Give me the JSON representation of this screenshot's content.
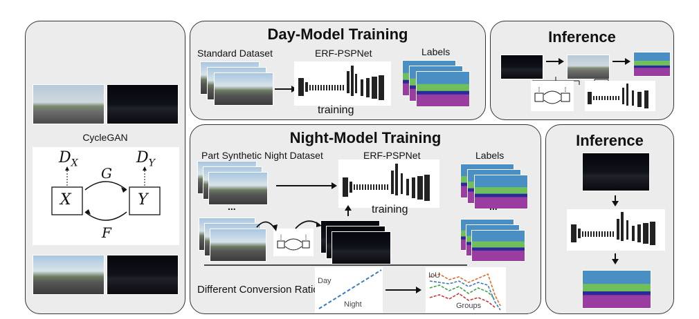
{
  "left_panel": {
    "cyclegan_label": "CycleGAN",
    "dx": "D",
    "dx_sub": "X",
    "dy": "D",
    "dy_sub": "Y",
    "g": "G",
    "f": "F",
    "x": "X",
    "y": "Y"
  },
  "day_model": {
    "title": "Day-Model Training",
    "dataset_label": "Standard Dataset",
    "net_label": "ERF-PSPNet",
    "labels_label": "Labels",
    "training_label": "training"
  },
  "inference_top": {
    "title": "Inference"
  },
  "night_model": {
    "title": "Night-Model Training",
    "dataset_label": "Part Synthetic Night Dataset",
    "net_label": "ERF-PSPNet",
    "labels_label": "Labels",
    "training_label": "training",
    "ellipsis_left": "...",
    "ellipsis_right": "...",
    "ratio_label": "Different Conversion Ratio",
    "chart1": {
      "ylabel": "Day",
      "xlabel": "Night"
    },
    "chart2": {
      "ylabel": "IoU",
      "xlabel": "Groups"
    }
  },
  "inference_bottom": {
    "title": "Inference"
  },
  "colors": {
    "panel_bg": "#ececec",
    "seg_blue": "#4a8fc4",
    "seg_green": "#6fbf5a",
    "seg_purple": "#9a3da0",
    "seg_navy": "#2a2a9a"
  }
}
